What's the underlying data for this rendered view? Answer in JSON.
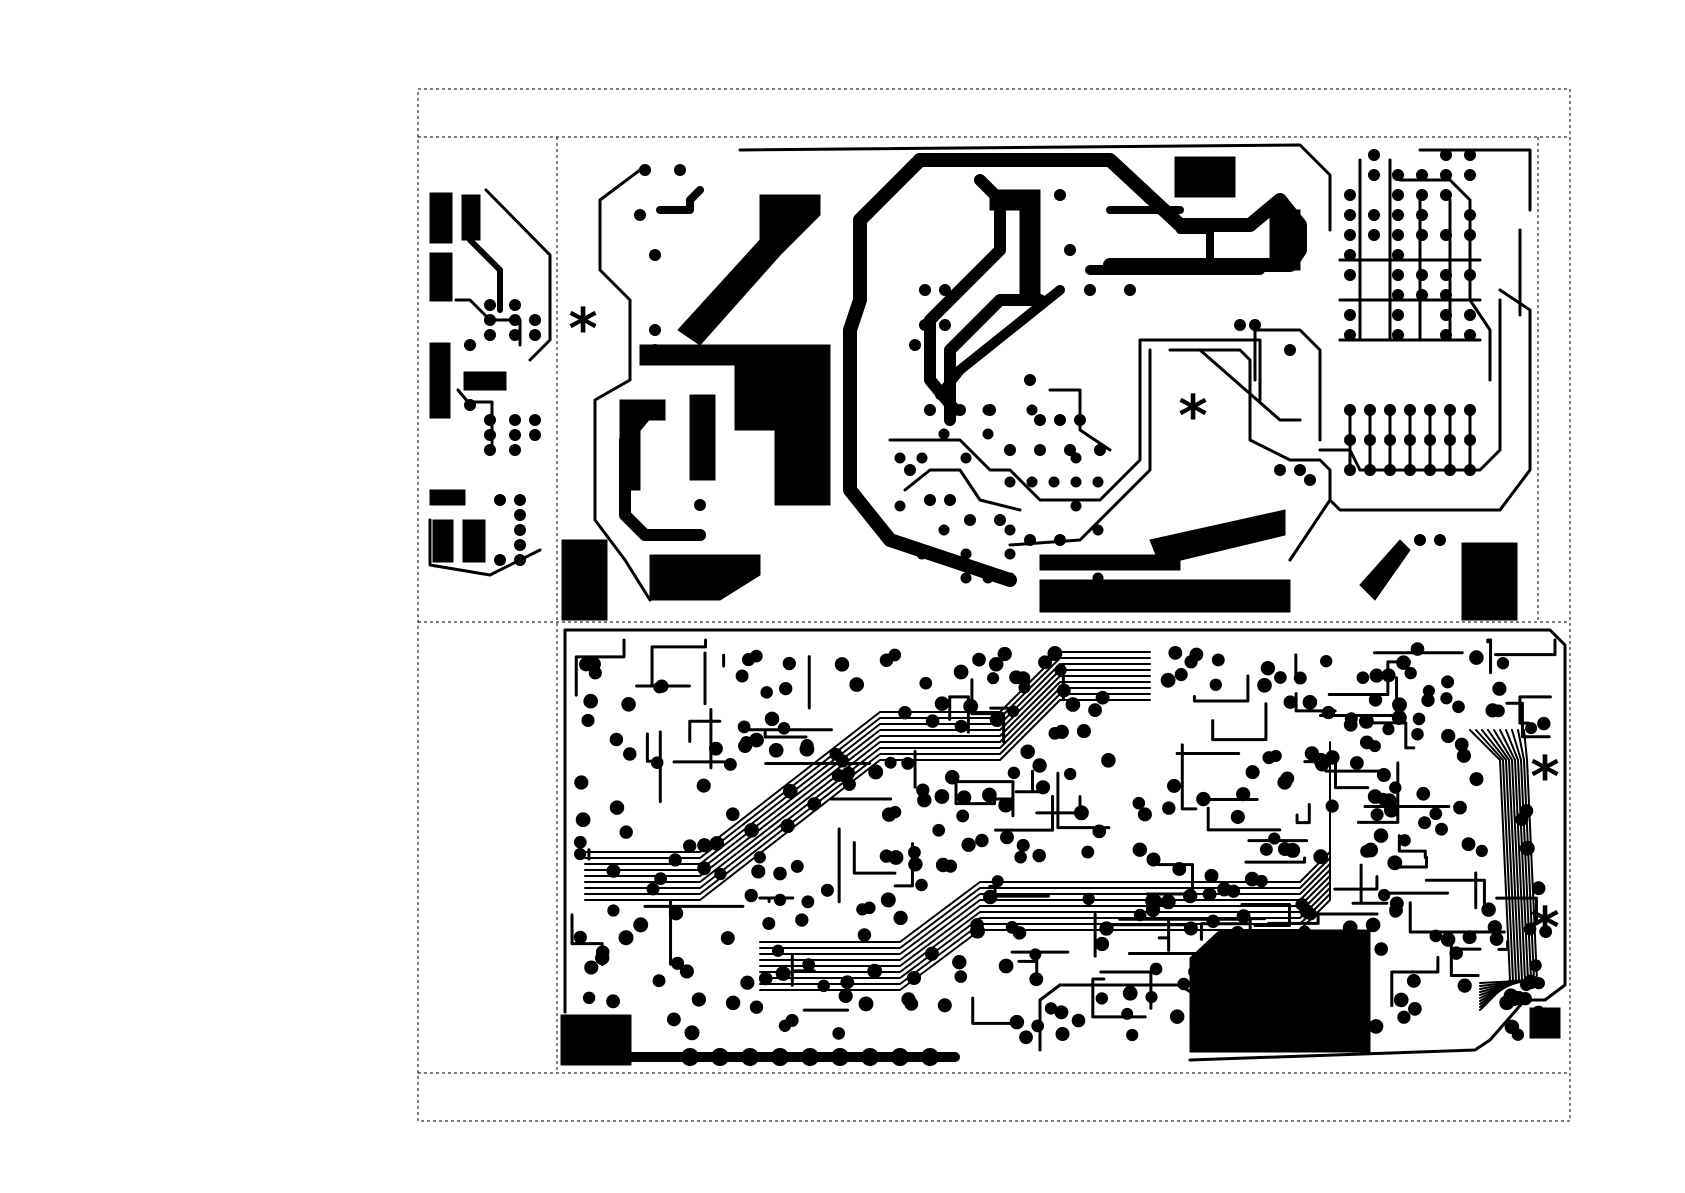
{
  "colors": {
    "copper": "#000000",
    "board": "#ffffff",
    "frame_line": "#000000"
  },
  "markers": {
    "symbol": "*"
  },
  "panels": [
    {
      "id": "small-board",
      "marker_count": 0
    },
    {
      "id": "power-board",
      "marker_count": 2
    },
    {
      "id": "control-board",
      "marker_count": 2
    }
  ]
}
